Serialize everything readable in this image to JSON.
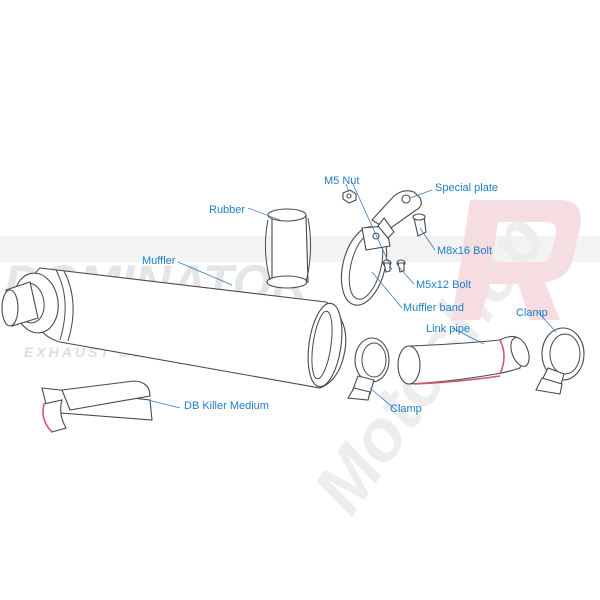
{
  "labels": {
    "m5_nut": "M5 Nut",
    "special_plate": "Special plate",
    "rubber": "Rubber",
    "m8x16_bolt": "M8x16 Bolt",
    "muffler": "Muffler",
    "m5x12_bolt": "M5x12 Bolt",
    "muffler_band": "Muffler band",
    "clamp_right": "Clamp",
    "link_pipe": "Link pipe",
    "clamp_center": "Clamp",
    "db_killer": "DB Killer Medium"
  },
  "watermark": {
    "brand": "DOMINATOR",
    "tagline": "EXHAUST SYSTEM",
    "script": "Motoshop"
  },
  "colors": {
    "label": "#1e7fc4",
    "outline": "#4a4a4a",
    "accent_red": "#d4586a",
    "watermark": "#e6e6e6"
  }
}
